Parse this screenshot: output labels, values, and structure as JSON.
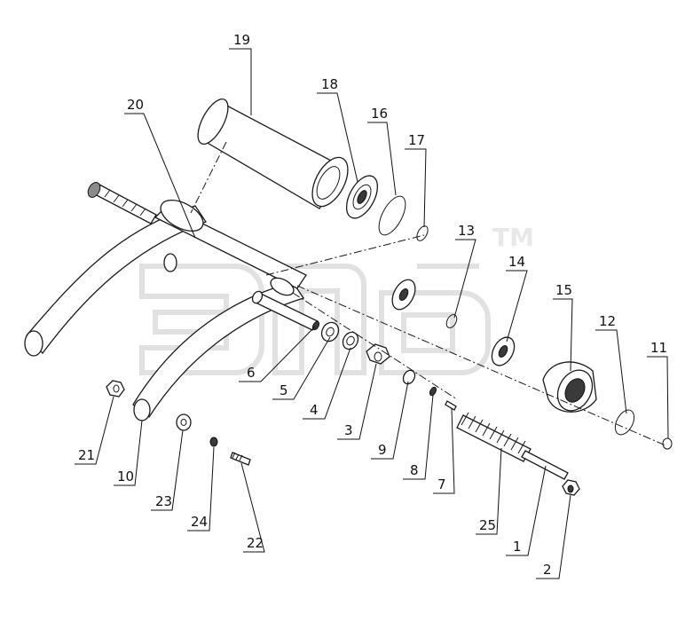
{
  "watermark": {
    "text": "TM"
  },
  "labels": [
    {
      "id": "1",
      "text": "1"
    },
    {
      "id": "2",
      "text": "2"
    },
    {
      "id": "3",
      "text": "3"
    },
    {
      "id": "4",
      "text": "4"
    },
    {
      "id": "5",
      "text": "5"
    },
    {
      "id": "6",
      "text": "6"
    },
    {
      "id": "7",
      "text": "7"
    },
    {
      "id": "8",
      "text": "8"
    },
    {
      "id": "9",
      "text": "9"
    },
    {
      "id": "10",
      "text": "10"
    },
    {
      "id": "11",
      "text": "11"
    },
    {
      "id": "12",
      "text": "12"
    },
    {
      "id": "13",
      "text": "13"
    },
    {
      "id": "14",
      "text": "14"
    },
    {
      "id": "15",
      "text": "15"
    },
    {
      "id": "16",
      "text": "16"
    },
    {
      "id": "17",
      "text": "17"
    },
    {
      "id": "18",
      "text": "18"
    },
    {
      "id": "19",
      "text": "19"
    },
    {
      "id": "20",
      "text": "20"
    },
    {
      "id": "21",
      "text": "21"
    },
    {
      "id": "22",
      "text": "22"
    },
    {
      "id": "23",
      "text": "23"
    },
    {
      "id": "24",
      "text": "24"
    },
    {
      "id": "25",
      "text": "25"
    }
  ]
}
